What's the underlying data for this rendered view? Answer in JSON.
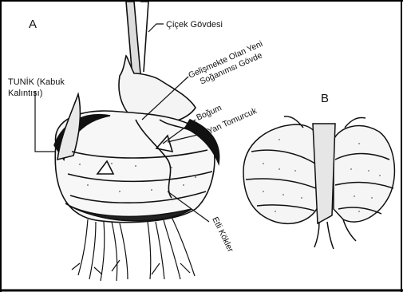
{
  "figure": {
    "panel_a": "A",
    "panel_b": "B",
    "labels": {
      "flower_stem": "Çiçek Gövdesi",
      "new_corm_line1": "Gelişmekte Olan Yeni",
      "new_corm_line2": "Soğanımsı Gövde",
      "node": "Boğum",
      "side_bud": "Yan Tomurcuk",
      "tunic_line1": "TUNİK (Kabuk",
      "tunic_line2": "Kalıntısı)",
      "fleshy_roots": "Etli Kökler"
    }
  }
}
